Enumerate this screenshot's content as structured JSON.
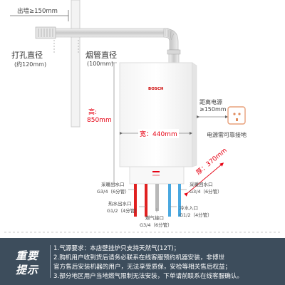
{
  "labels": {
    "wall_clearance": "出墙≥150mm",
    "hole_diameter": "打孔直径",
    "hole_diameter_value": "(约120mm)",
    "flue_diameter": "烟管直径",
    "flue_diameter_value": "(100mm)",
    "height_label": "高:",
    "height_value": "850mm",
    "width_label": "宽：440mm",
    "depth_label": "厚：370mm",
    "brand": "BOSCH",
    "power_distance_1": "距离电源",
    "power_distance_2": "≥150mm",
    "power_socket_note": "电源需可靠接地"
  },
  "pipes": {
    "heating_outlet": {
      "name": "采暖出水口",
      "size": "G3/4（6分管）"
    },
    "hot_water_outlet": {
      "name": "热水出水口",
      "size": "G1/2（4分管）"
    },
    "gas_inlet": {
      "name": "燃气接口",
      "size": "G3/4（6分管）"
    },
    "cold_water_inlet": {
      "name": "冷水入口",
      "size": "G1/2（4分管）"
    },
    "heating_return": {
      "name": "采暖回水口",
      "size": "G3/4（6分管）"
    }
  },
  "notice": {
    "title_line1": "重要",
    "title_line2": "提示",
    "items": [
      "1.气源要求：本店壁挂炉只支持天然气(12T)；",
      "2.购机用户收到货后请务必联系在线客服预约机器安装，非博世",
      "官方售后安装机器的用户，无法享受质保，安检等相关售后权益；",
      "3.部分地区用户当地燃气限制无法安装，下单请前联系在线客服确认。"
    ]
  },
  "colors": {
    "accent_red": "#e60012",
    "notice_bg": "#3d4d5c",
    "pipe_red": "#e02020",
    "pipe_blue": "#4aa8e0",
    "pipe_gray": "#b0b0b0"
  }
}
